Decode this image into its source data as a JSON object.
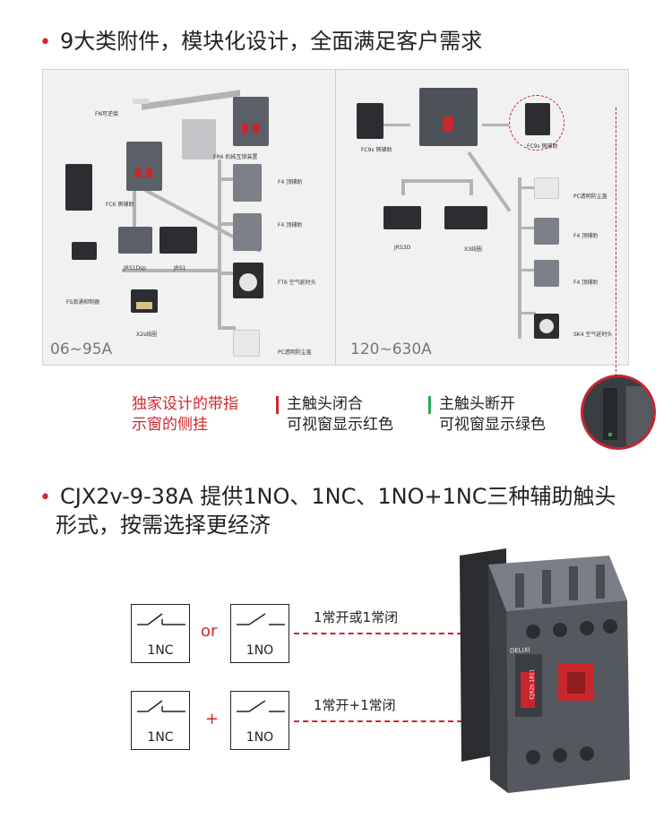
{
  "section1": {
    "title": "9大类附件，模块化设计，全面满足客户需求"
  },
  "panel_left": {
    "range": "06~95A",
    "labels": {
      "fn": "FN可逆接",
      "fr6": "FR6 机械互锁装置",
      "fc6": "FC6 侧辅助",
      "f4a": "F4 顶辅助",
      "f4b": "F4 顶辅助",
      "jrs1dsp": "JRS1Dsp",
      "jrs1": "JRS1",
      "ft6": "FT6 空气延时头",
      "fs": "FS浪涌抑制器",
      "x2s": "X2s线圈",
      "pc": "PC透明防尘盖"
    }
  },
  "panel_right": {
    "range": "120~630A",
    "labels": {
      "fc9s_left": "FC9s 侧辅助",
      "fc9s_right": "FC9s 侧辅助",
      "pc": "PC透明防尘盖",
      "f4a": "F4 顶辅助",
      "f4b": "F4 顶辅助",
      "sk4": "SK4 空气延时头",
      "jrs3d": "JRS3D",
      "x3": "X3线圈"
    }
  },
  "features": {
    "window": "独家设计的带指\n示窗的侧挂",
    "closed_line1": "主触头闭合",
    "closed_line2": "可视窗显示红色",
    "open_line1": "主触头断开",
    "open_line2": "可视窗显示绿色",
    "colors": {
      "red": "#d0262c",
      "green": "#2bab5a"
    }
  },
  "section2": {
    "title_line1": "CJX2v-9-38A 提供1NO、1NC、1NO+1NC三种辅助触头",
    "title_line2": "形式，按需选择更经济"
  },
  "contacts": {
    "row1": {
      "left": "1NC",
      "op": "or",
      "right": "1NO",
      "desc": "1常开或1常闭"
    },
    "row2": {
      "left": "1NC",
      "op": "+",
      "right": "1NO",
      "desc": "1常开+1常闭"
    }
  },
  "product": {
    "brand": "DELIXI",
    "model": "CJX2s 1811"
  },
  "accent_color": "#d0262c"
}
